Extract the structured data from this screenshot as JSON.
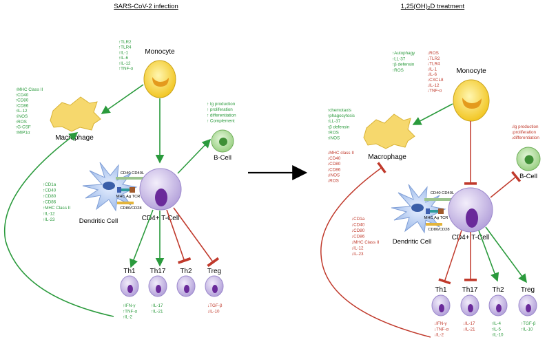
{
  "panel_left": {
    "title": "SARS-CoV-2 infection",
    "monocyte": {
      "label": "Monocyte",
      "markers": [
        "↑TLR2",
        "↑TLR4",
        "↑IL-1",
        "↑IL-6",
        "↑IL-12",
        "↑TNF-α"
      ]
    },
    "macrophage": {
      "label": "Macrophage",
      "markers": [
        "↑MHC Class II",
        "↑CD40",
        "↑CD80",
        "↑CD86",
        "↑IL-12",
        "↑iNOS",
        "↑ROS",
        "↑G-CSF",
        "↑MIP1α"
      ]
    },
    "bcell": {
      "label": "B-Cell",
      "markers": [
        "↑ Ig production",
        "↑ proliferation",
        "↑ differentiation",
        "↑ Complement"
      ]
    },
    "dendritic": {
      "label": "Dendritic Cell",
      "markers": [
        "↑CD1a",
        "↑CD40",
        "↑CD80",
        "↑CD86",
        "↑MHC Class II",
        "↑IL-12",
        "↑IL-23"
      ]
    },
    "tcell": {
      "label": "CD4+ T-Cell"
    },
    "receptors": {
      "cd40": "CD40  CD40L",
      "mhc": "MHC Ag TCR",
      "cd80": "CD80/CD28"
    },
    "subsets": [
      {
        "label": "Th1",
        "markers": [
          "↑IFN-γ",
          "↑TNF-α",
          "↑IL-2"
        ]
      },
      {
        "label": "Th17",
        "markers": [
          "↑IL-17",
          "↑IL-21"
        ]
      },
      {
        "label": "Th2",
        "markers": []
      },
      {
        "label": "Treg",
        "markers": [
          "↓TGF-β",
          "↓IL-10"
        ]
      }
    ]
  },
  "panel_right": {
    "title": "1,25(OH)₂D treatment",
    "monocyte": {
      "label": "Monocyte",
      "up_markers": [
        "↑Autophagy",
        "↑LL-37",
        "↑β defensin",
        "↑ROS"
      ],
      "down_markers": [
        "↓ROS",
        "↓TLR2",
        "↓TLR4",
        "↓IL-1",
        "↓IL-6",
        "↓CXCL8",
        "↓IL-12",
        "↓TNF-α"
      ]
    },
    "macrophage": {
      "label": "Macrophage",
      "up_markers": [
        "↑chemotaxis",
        "↑phagocytosis",
        "↑LL-37",
        "↑β defensin",
        "↑ROS",
        "↑iNOS"
      ],
      "down_markers": [
        "↓MHC class II",
        "↓CD40",
        "↓CD80",
        "↓CD86",
        "↓iNOS",
        "↓ROS"
      ]
    },
    "bcell": {
      "label": "B-Cell",
      "markers": [
        "↓Ig production",
        "↓proliferation",
        "↓differentiation"
      ]
    },
    "dendritic": {
      "label": "Dendritic Cell",
      "markers": [
        "↓CD1a",
        "↓CD40",
        "↓CD80",
        "↓CD86",
        "↓MHC Class II",
        "↓IL-12",
        "↓IL-23"
      ]
    },
    "tcell": {
      "label": "CD4+ T-Cell"
    },
    "receptors": {
      "cd40": "CD40 CD40L",
      "mhc": "MHC Ag TCR",
      "cd80": "CD80/CD28"
    },
    "subsets": [
      {
        "label": "Th1",
        "markers": [
          "↓IFN-γ",
          "↓TNF-α",
          "↓IL-2"
        ]
      },
      {
        "label": "Th17",
        "markers": [
          "↓IL-17",
          "↓IL-21"
        ]
      },
      {
        "label": "Th2",
        "markers": [
          "↑IL-4",
          "↑IL-5",
          "↑IL-10"
        ]
      },
      {
        "label": "Treg",
        "markers": [
          "↑TGF-β",
          "↑IL-10"
        ]
      }
    ]
  },
  "colors": {
    "up_green": "#2a9a3c",
    "down_red": "#c0392b",
    "monocyte_fill": "#f7d64a",
    "macrophage_fill": "#f6d96a",
    "tcell_fill": "#c7b8e6",
    "nucleus_purple": "#6a2a9a",
    "bcell_fill": "#9fd88a",
    "dendritic_fill": "#a9c3ec"
  }
}
